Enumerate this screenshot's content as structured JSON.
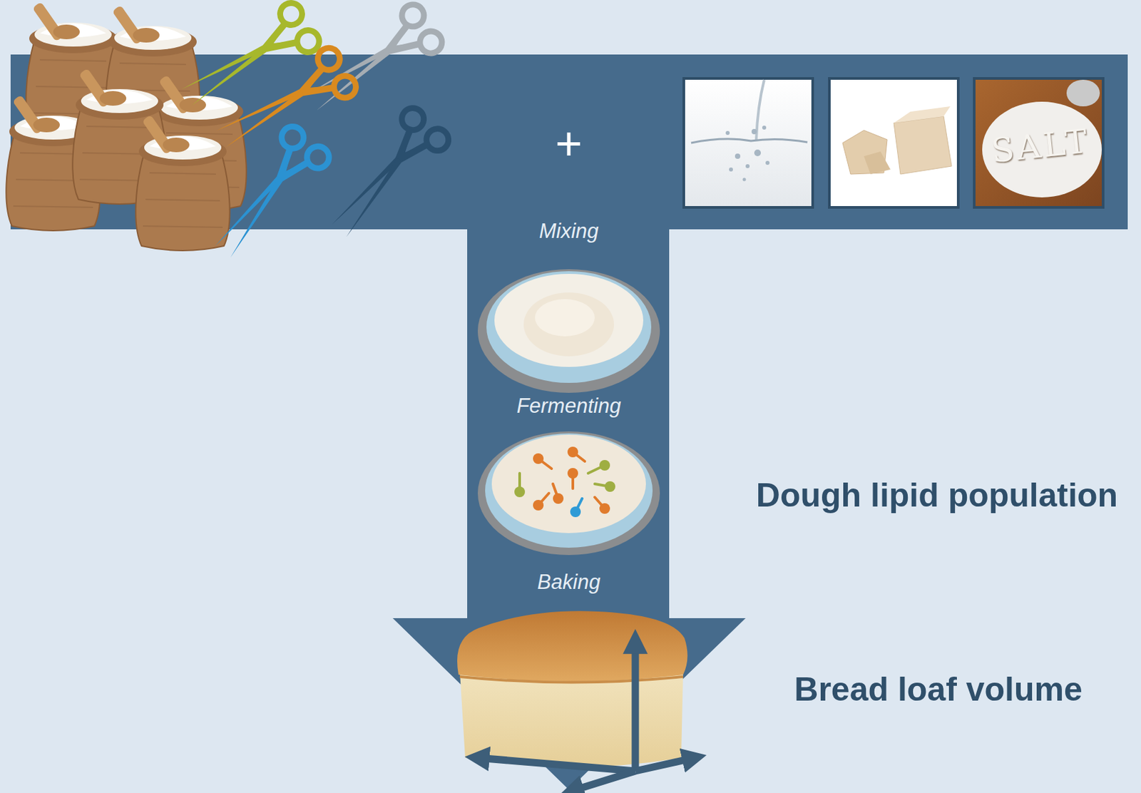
{
  "diagram": {
    "labels": [
      "+",
      "SALT",
      "Mixing",
      "Fermenting",
      "Baking",
      "Dough lipid population",
      "Bread loaf volume"
    ]
  }
}
